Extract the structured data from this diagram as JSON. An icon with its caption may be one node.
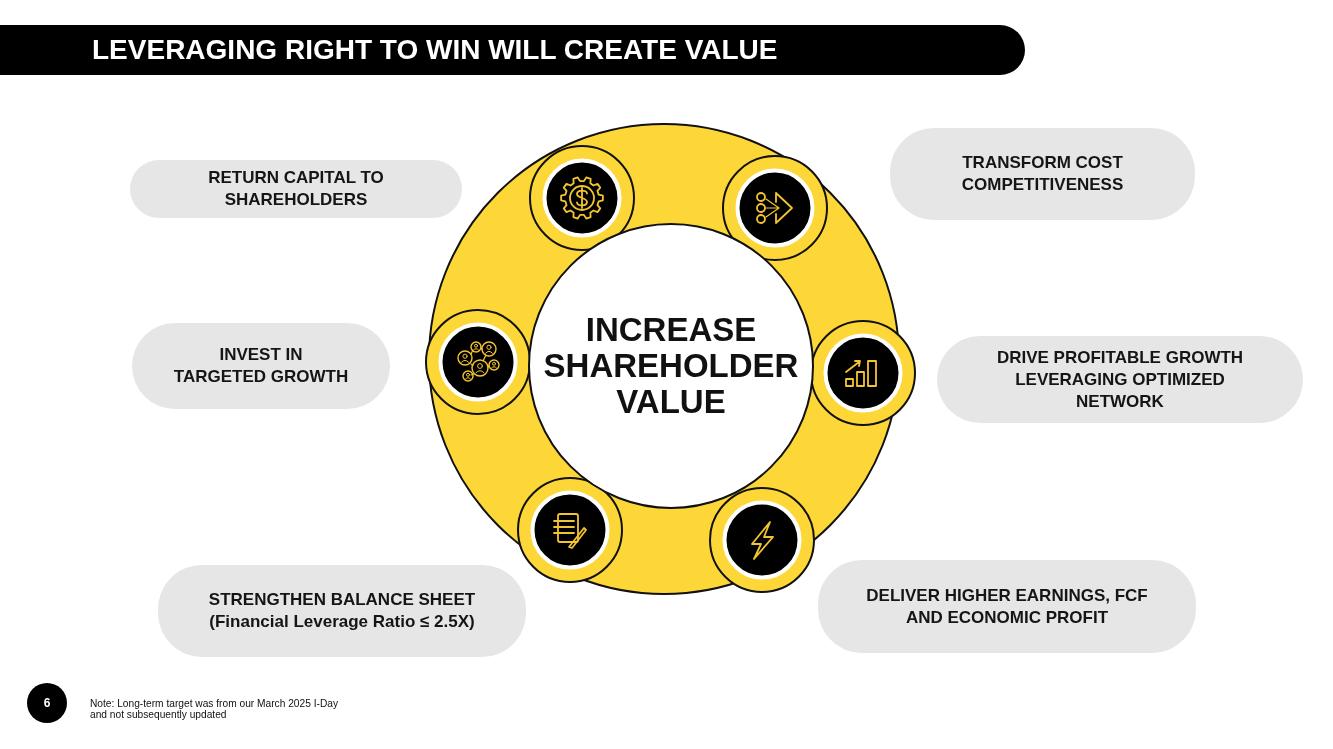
{
  "diagram": {
    "title": "LEVERAGING RIGHT TO WIN WILL CREATE VALUE",
    "nodes": [
      {
        "text": [
          "RETURN CAPITAL TO SHAREHOLDERS"
        ]
      },
      {
        "text": [
          "TRANSFORM COST COMPETITIVENESS"
        ]
      },
      {
        "text": [
          "INVEST IN TARGETED GROWTH"
        ]
      },
      {
        "text": [
          "INCREASE SHAREHOLDER VALUE"
        ]
      },
      {
        "text": [
          "DRIVE PROFITABLE GROWTH LEVERAGING OPTIMIZED NETWORK"
        ]
      },
      {
        "text": [
          "STRENGTHEN BALANCE SHEET",
          "(Financial Leverage Ratio ≤ 2.5X)"
        ]
      },
      {
        "text": [
          "DELIVER HIGHER EARNINGS, FCF AND ECONOMIC PROFIT"
        ]
      }
    ],
    "labels": [
      "6",
      "Note: Long-term target was from our March 2025 I-Day and not subsequently updated"
    ]
  }
}
